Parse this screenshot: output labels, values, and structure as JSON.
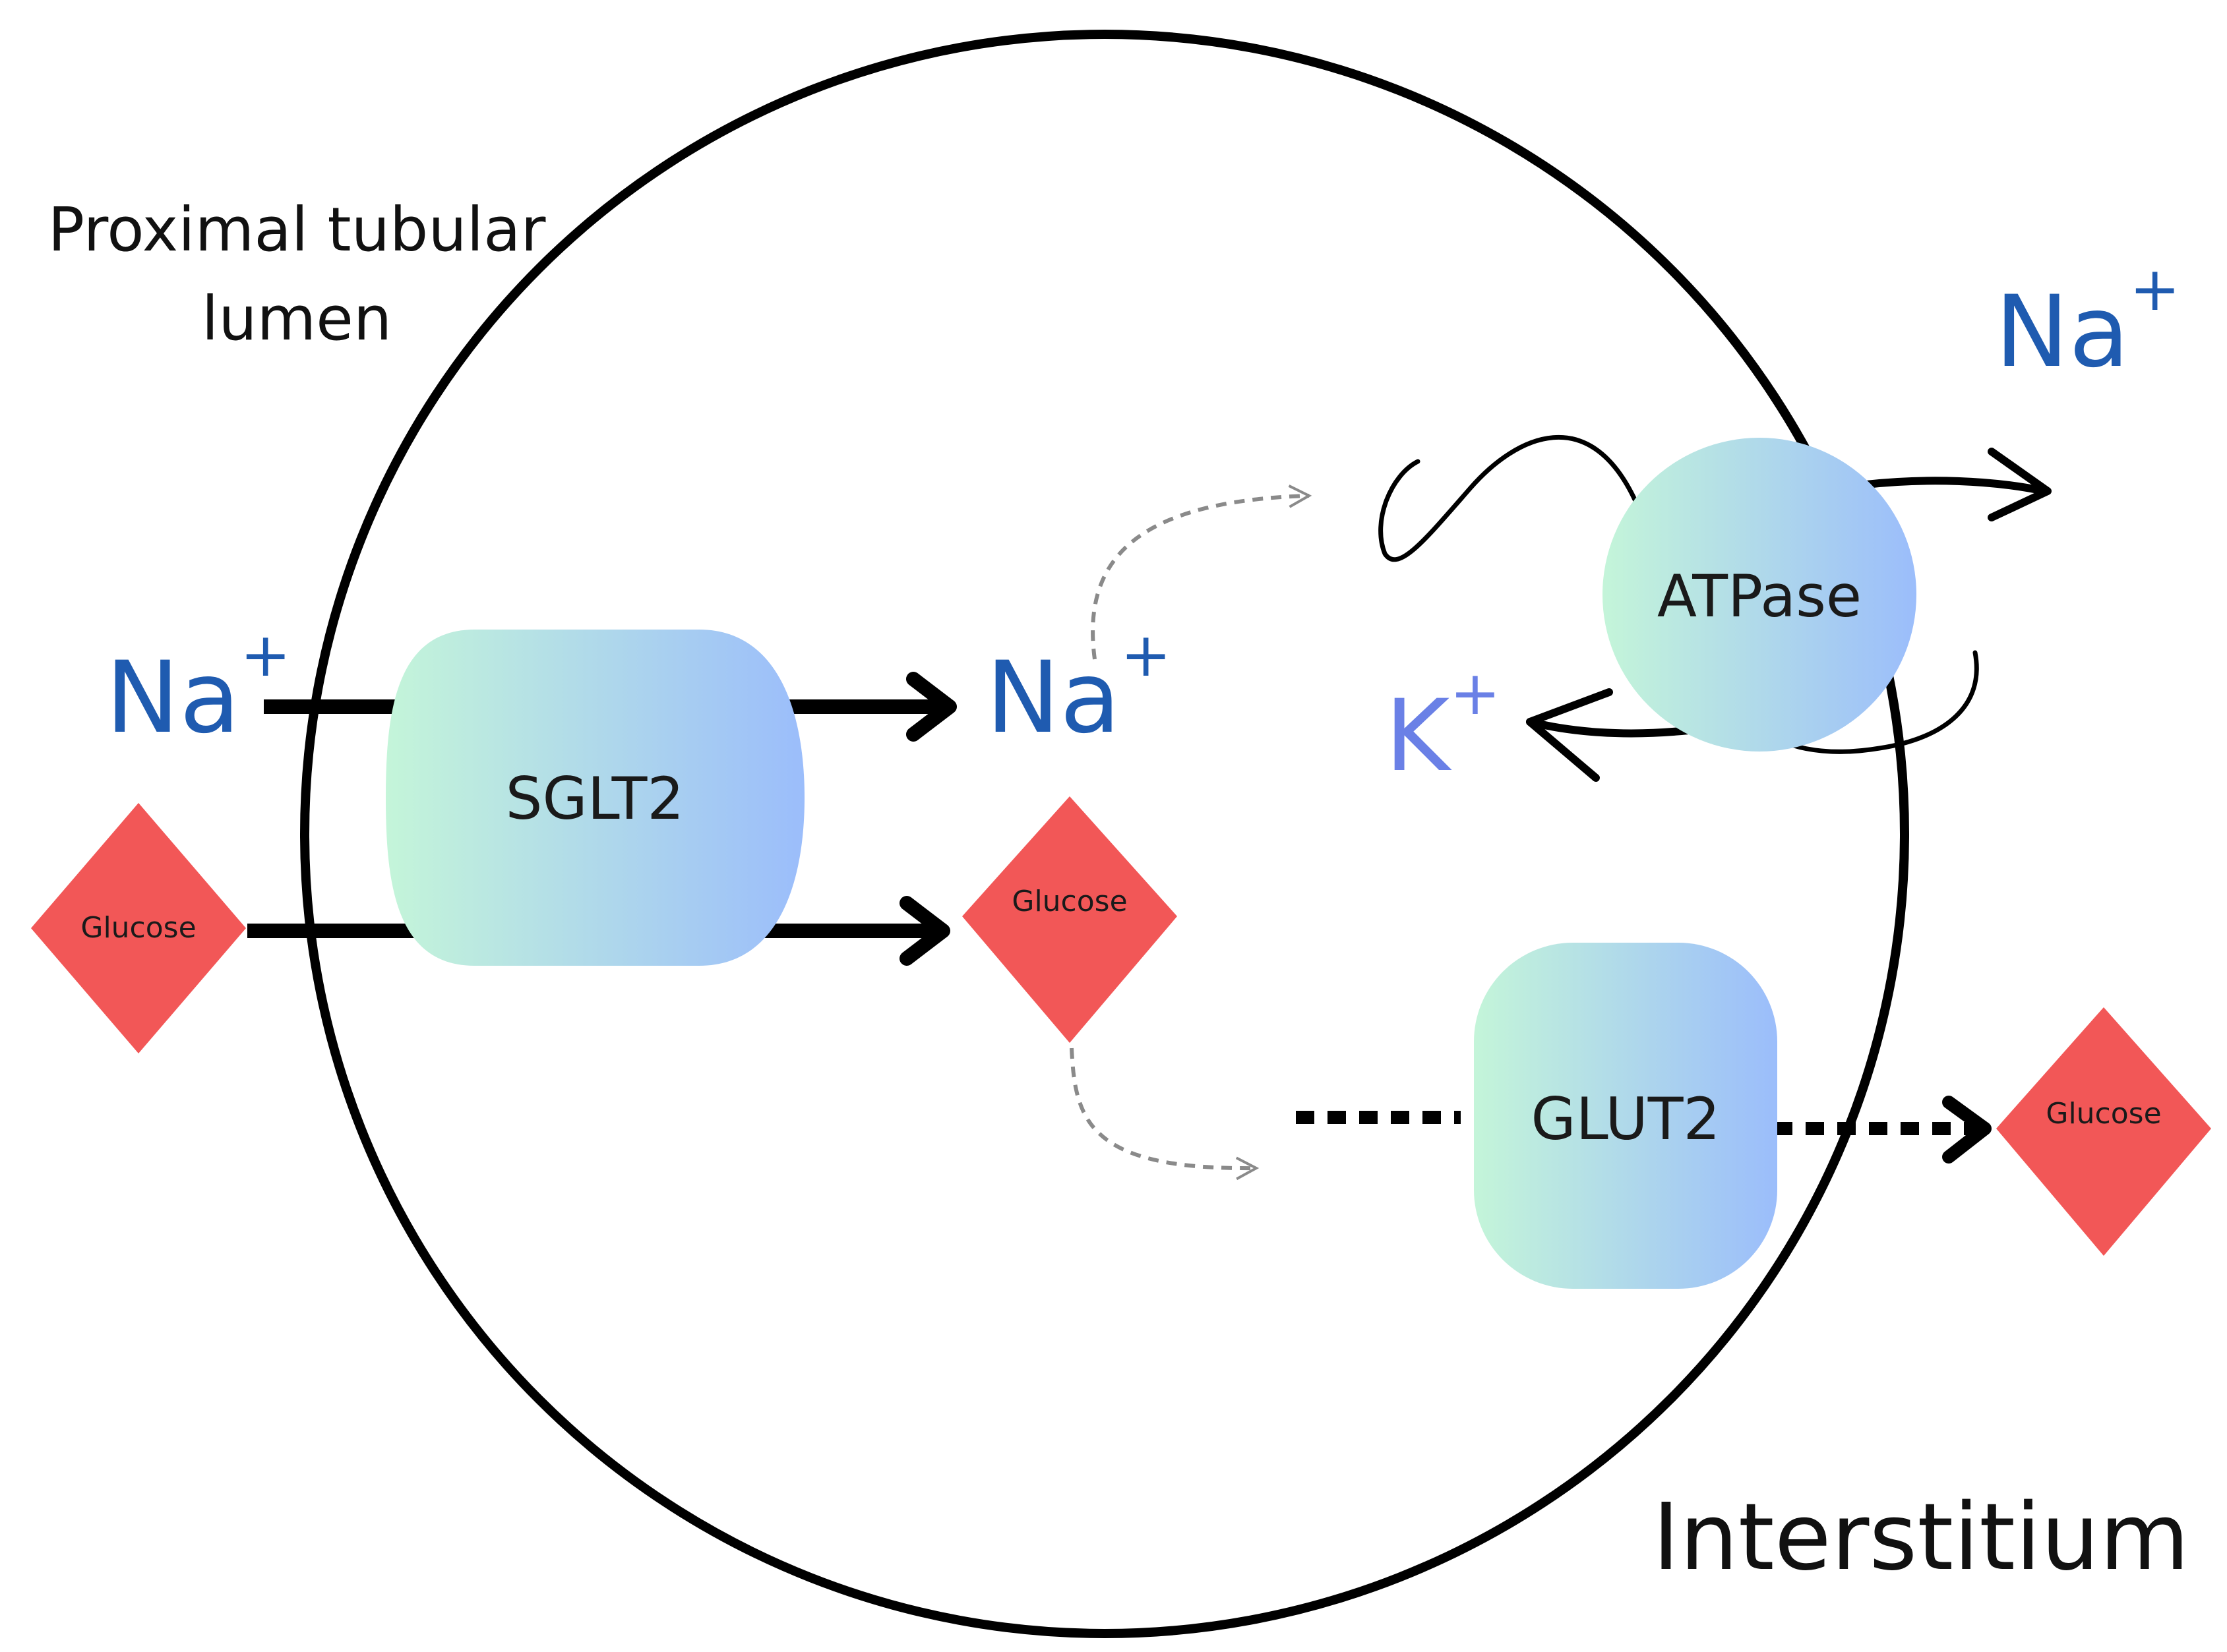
{
  "regions": {
    "lumen_line1": "Proximal tubular",
    "lumen_line2": "lumen",
    "interstitium": "Interstitium"
  },
  "transporters": {
    "sglt2": "SGLT2",
    "atpase": "ATPase",
    "glut2": "GLUT2"
  },
  "ions": {
    "na_left": {
      "symbol": "Na",
      "charge": "+"
    },
    "na_middle": {
      "symbol": "Na",
      "charge": "+"
    },
    "na_right": {
      "symbol": "Na",
      "charge": "+"
    },
    "k": {
      "symbol": "K",
      "charge": "+"
    }
  },
  "glucose": {
    "left": "Glucose",
    "middle": "Glucose",
    "right": "Glucose"
  },
  "colors": {
    "na": "#1f5bb0",
    "k": "#6a80e6",
    "glucose": "#f25757",
    "transporter_start": "#c4f5d9",
    "transporter_end": "#9bbdfb",
    "cell_outline": "#000000"
  }
}
